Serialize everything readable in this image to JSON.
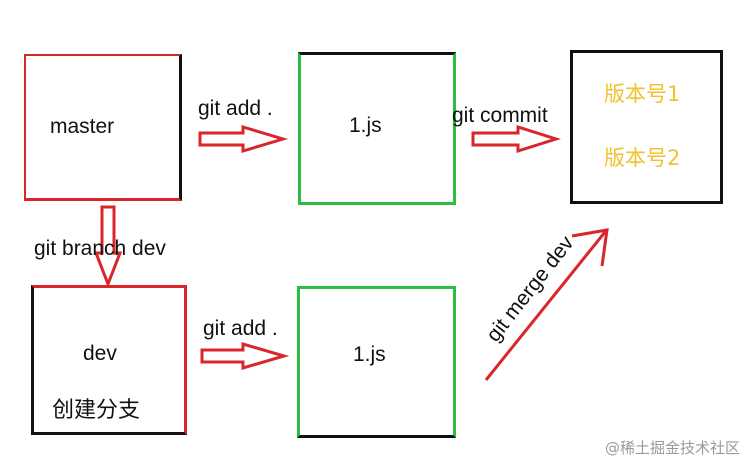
{
  "nodes": {
    "master": {
      "label": "master"
    },
    "staged_master": {
      "label": "1.js"
    },
    "versions": {
      "line1": "版本号1",
      "line2": "版本号2"
    },
    "dev": {
      "label": "dev",
      "sublabel": "创建分支"
    },
    "staged_dev": {
      "label": "1.js"
    }
  },
  "edges": {
    "add_top": "git add .",
    "commit": "git commit",
    "branch": "git branch dev",
    "add_bottom": "git add .",
    "merge": "git merge dev"
  },
  "watermark": "@稀土掘金技术社区",
  "colors": {
    "red": "#d8262b",
    "green": "#2dbd3f",
    "black": "#111111",
    "gold": "#f2c12e"
  }
}
